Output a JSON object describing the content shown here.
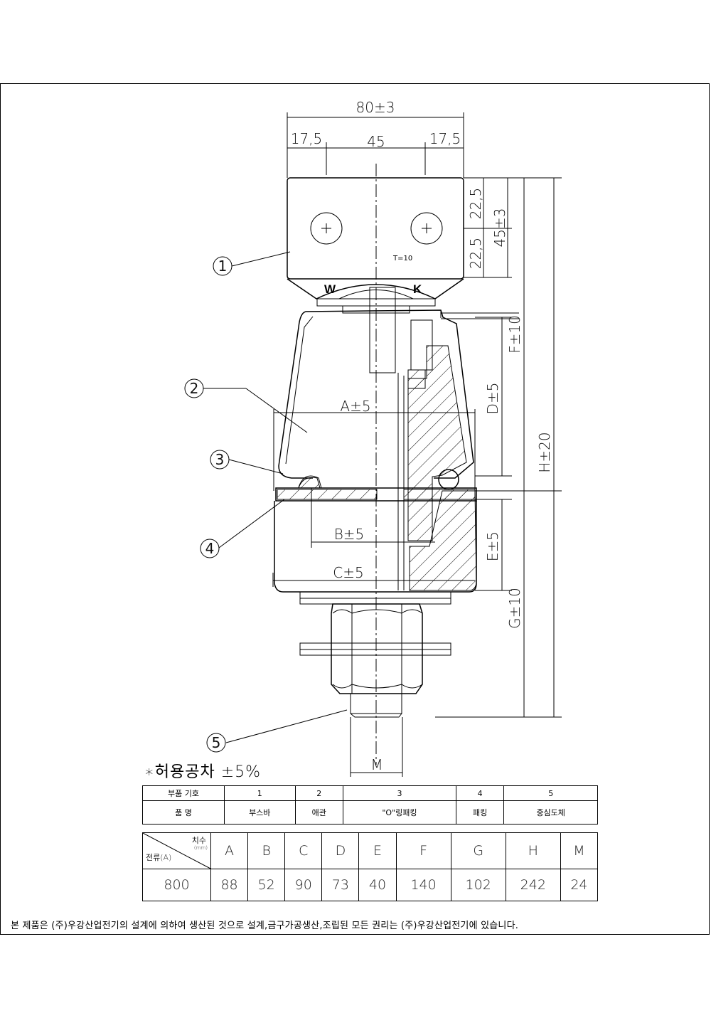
{
  "drawing": {
    "dims": {
      "total_width": "80±3",
      "left_margin": "17,5",
      "center_span": "45",
      "right_margin": "17,5",
      "busbar_top_half": "22,5",
      "busbar_bottom_half": "22,5",
      "busbar_height": "45±3",
      "dim_a": "A±5",
      "dim_b": "B±5",
      "dim_c": "C±5",
      "dim_d": "D±5",
      "dim_e": "E±5",
      "dim_f": "F±10",
      "dim_g": "G±10",
      "dim_h": "H±20",
      "dim_m": "M"
    },
    "thickness_note": "T=10",
    "marks": {
      "w": "W",
      "k": "K"
    },
    "balloons": [
      "1",
      "2",
      "3",
      "4",
      "5"
    ]
  },
  "tolerance_note": "∗허용공차 ±5%",
  "parts_table": {
    "header_label": "부품 기호",
    "name_label": "품 명",
    "numbers": [
      "1",
      "2",
      "3",
      "4",
      "5"
    ],
    "names": [
      "부스바",
      "애관",
      "\"O\"링패킹",
      "패킹",
      "중심도체"
    ]
  },
  "spec_table": {
    "corner_top": "치수",
    "corner_unit": "(mm)",
    "corner_bottom": "전류(A)",
    "columns": [
      "A",
      "B",
      "C",
      "D",
      "E",
      "F",
      "G",
      "H",
      "M"
    ],
    "current": "800",
    "values": [
      "88",
      "52",
      "90",
      "73",
      "40",
      "140",
      "102",
      "242",
      "24"
    ]
  },
  "footer": "본 제품은 (주)우강산업전기의 설계에 의하여 생산된 것으로 설계,금구가공생산,조립된 모든 권리는 (주)우강산업전기에 있습니다."
}
